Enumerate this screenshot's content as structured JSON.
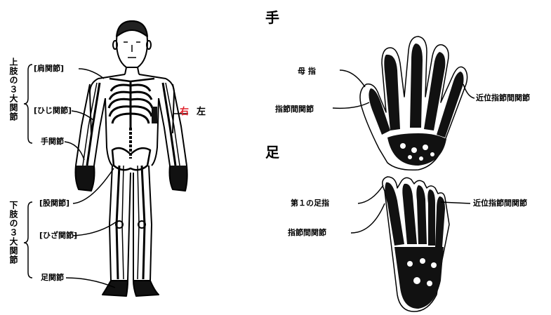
{
  "colors": {
    "ink": "#000000",
    "accent": "#e0202a",
    "background": "#ffffff"
  },
  "body_figure": {
    "upper_group": "上肢の３大関節",
    "lower_group": "下肢の３大関節",
    "labels": {
      "shoulder": "[肩関節]",
      "elbow": "[ひじ関節]",
      "wrist": "手関節",
      "hip": "[股関節]",
      "knee": "[ひざ関節]",
      "ankle": "足関節"
    },
    "side_left": "右",
    "side_right": "左"
  },
  "hand": {
    "heading": "手",
    "labels": {
      "thumb": "母 指",
      "mcp": "指節間関節",
      "pip": "近位指節間関節"
    }
  },
  "foot": {
    "heading": "足",
    "labels": {
      "big_toe": "第１の足指",
      "mtp": "指節間関節",
      "pip": "近位指節間関節"
    }
  }
}
